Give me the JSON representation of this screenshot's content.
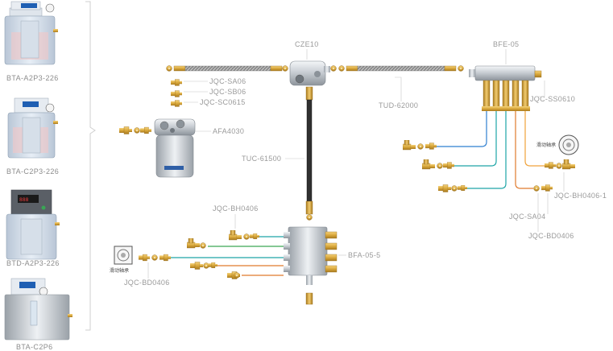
{
  "products": [
    {
      "label": "BTA-A2P3-226"
    },
    {
      "label": "BTA-C2P3-226"
    },
    {
      "label": "BTD-A2P3-226"
    },
    {
      "label": "BTA-C2P6"
    }
  ],
  "parts": {
    "cze10": "CZE10",
    "bfe05": "BFE-05",
    "jqc_sa06": "JQC-SA06",
    "jqc_sb06": "JQC-SB06",
    "jqc_sc0615": "JQC-SC0615",
    "afa4030": "AFA4030",
    "tud62000": "TUD-62000",
    "jqc_ss0610": "JQC-SS0610",
    "tuc61500": "TUC-61500",
    "jqc_bh0406_top": "JQC-BH0406",
    "bfa055": "BFA-05-5",
    "jqc_bd0406_left": "JQC-BD0406",
    "jqc_sa04": "JQC-SA04",
    "jqc_bh0406_1": "JQC-BH0406-1",
    "jqc_bd0406_right": "JQC-BD0406"
  },
  "bearing": {
    "right": "滑动轴承",
    "left": "滑动轴承"
  },
  "colors": {
    "blue": "#2f7fd0",
    "teal": "#1da5a6",
    "orange": "#e07a2c",
    "green": "#3aa655",
    "brass": "#d9a83c",
    "label": "#9a9a9a"
  }
}
